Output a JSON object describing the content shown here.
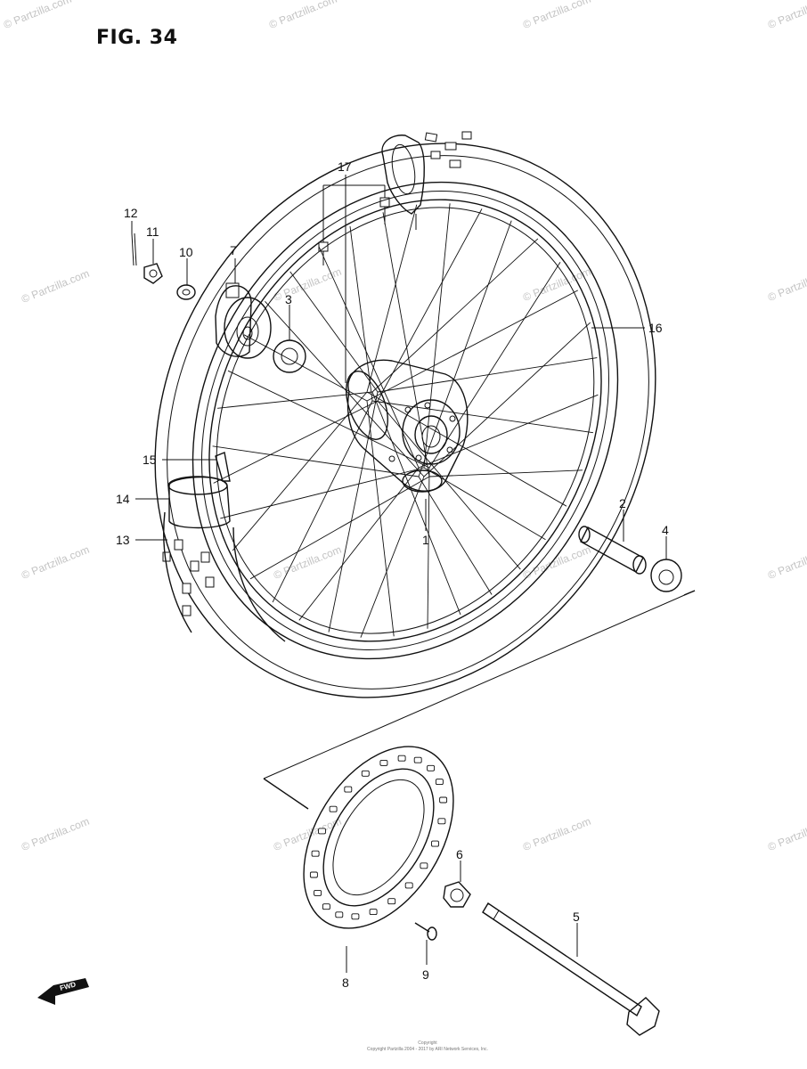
{
  "figure": {
    "title": "FIG. 34"
  },
  "watermark": "© Partzilla.com",
  "callouts": [
    "1",
    "2",
    "3",
    "4",
    "5",
    "6",
    "7",
    "8",
    "9",
    "10",
    "11",
    "12",
    "13",
    "14",
    "15",
    "16",
    "17"
  ],
  "fwd_label": "FWD",
  "copyright": {
    "line1": "Copyright",
    "line2": "Copyright Partzilla 2004 - 2017 by ARI Network Services, Inc."
  }
}
